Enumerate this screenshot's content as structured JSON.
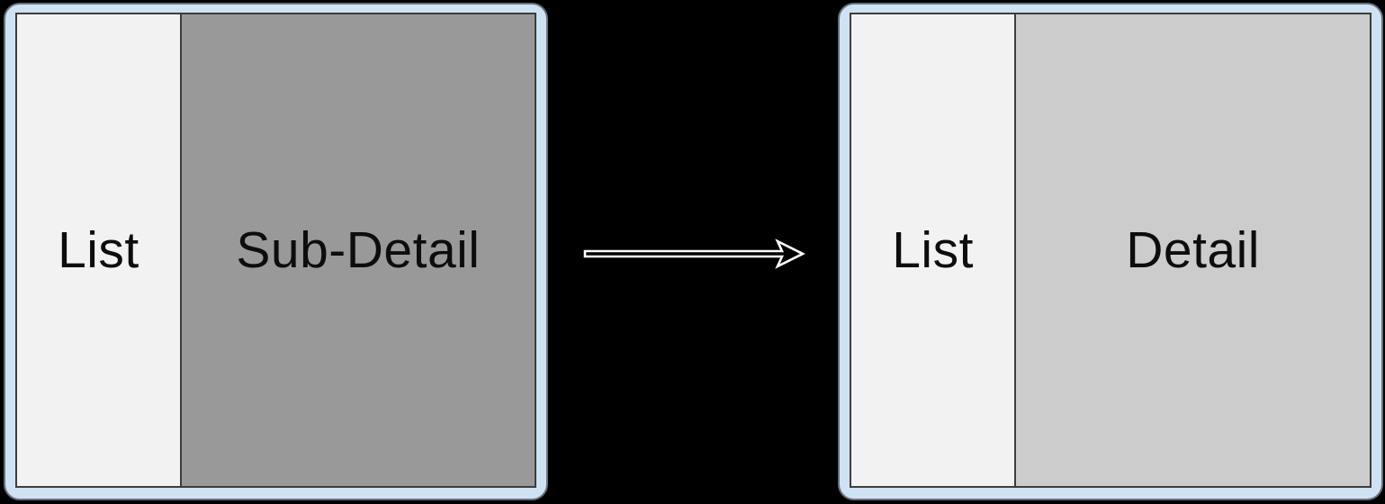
{
  "diagram": {
    "title": "list-detail navigation transition",
    "before": {
      "list_label": "List",
      "detail_label": "Sub-Detail",
      "detail_bg": "#999999"
    },
    "after": {
      "list_label": "List",
      "detail_label": "Detail",
      "detail_bg": "#cccccc"
    },
    "arrow": {
      "direction": "right",
      "outline": "#ffffff",
      "fill": "#000000"
    }
  },
  "colors": {
    "canvas_background": "#000000",
    "frame_fill": "#cfe2f3",
    "frame_border": "#66707c",
    "screen_border": "#3d3d3d",
    "list_pane_bg": "#f2f2f2",
    "before_detail_pane_bg": "#999999",
    "after_detail_pane_bg": "#cccccc",
    "label_text": "#0d0d0d"
  }
}
